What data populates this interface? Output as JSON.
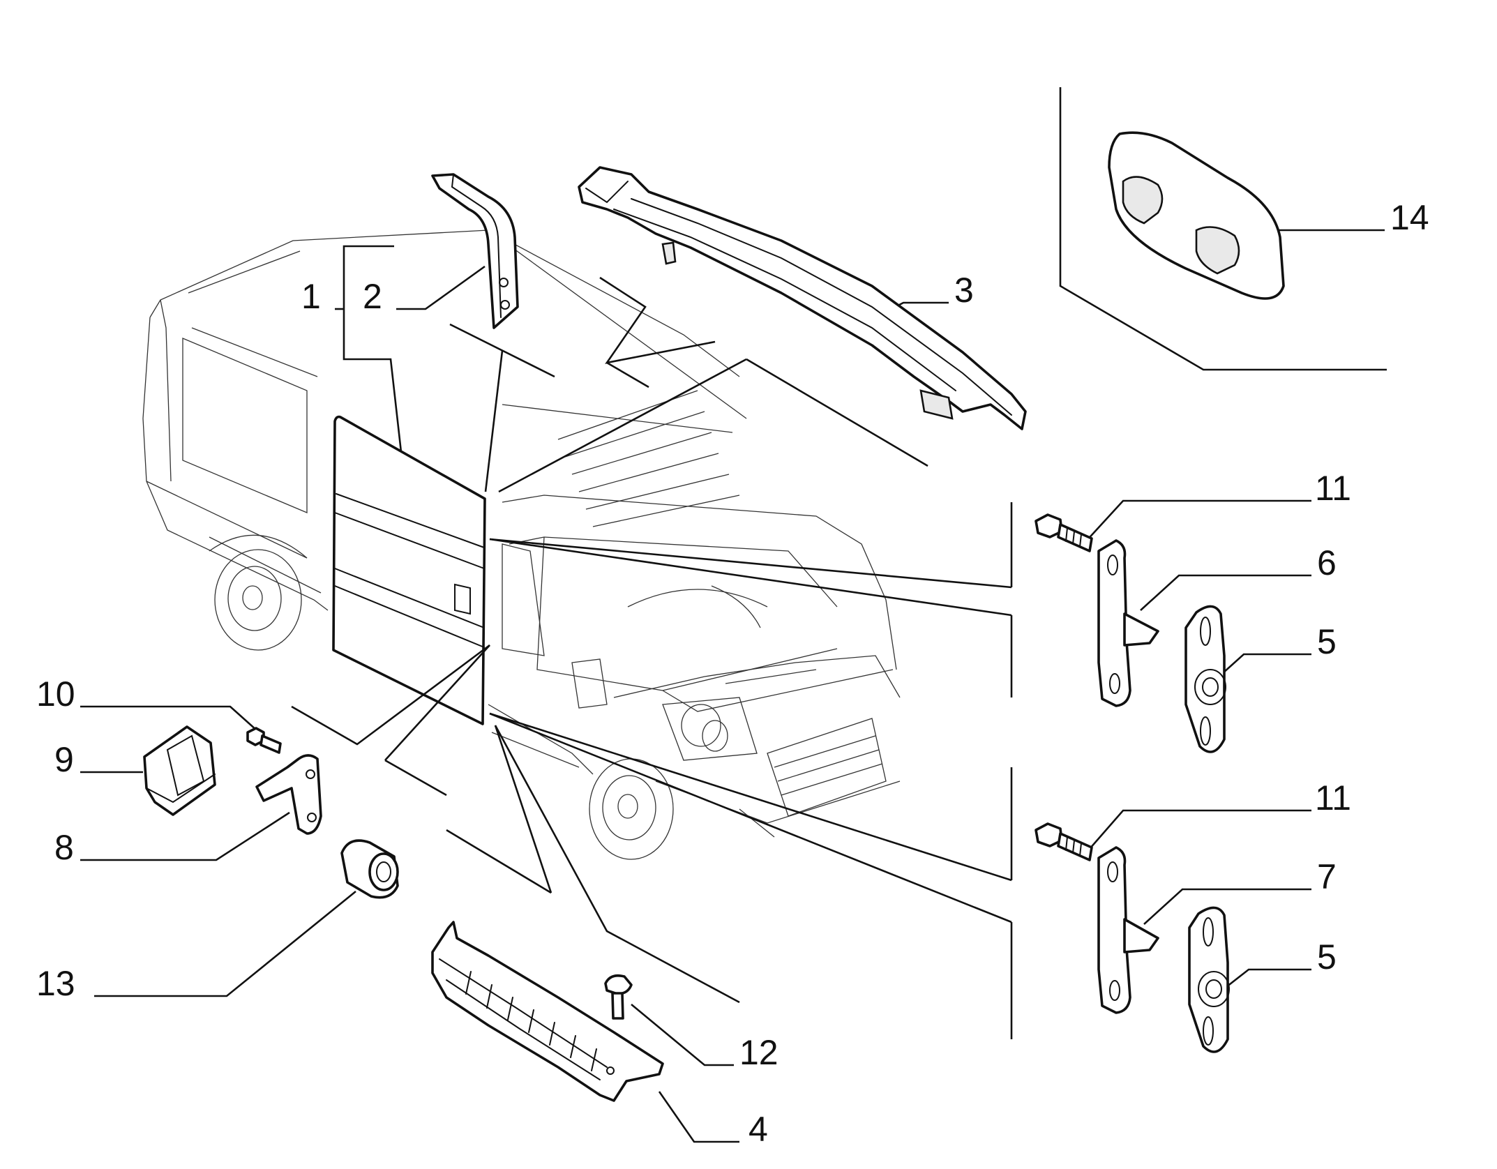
{
  "callouts": {
    "c1": "1",
    "c2": "2",
    "c3": "3",
    "c4": "4",
    "c5a": "5",
    "c5b": "5",
    "c6": "6",
    "c7": "7",
    "c8": "8",
    "c9": "9",
    "c10": "10",
    "c11a": "11",
    "c11b": "11",
    "c12": "12",
    "c13": "13",
    "c14": "14"
  },
  "colors": {
    "line": "#111111",
    "background": "#ffffff"
  }
}
